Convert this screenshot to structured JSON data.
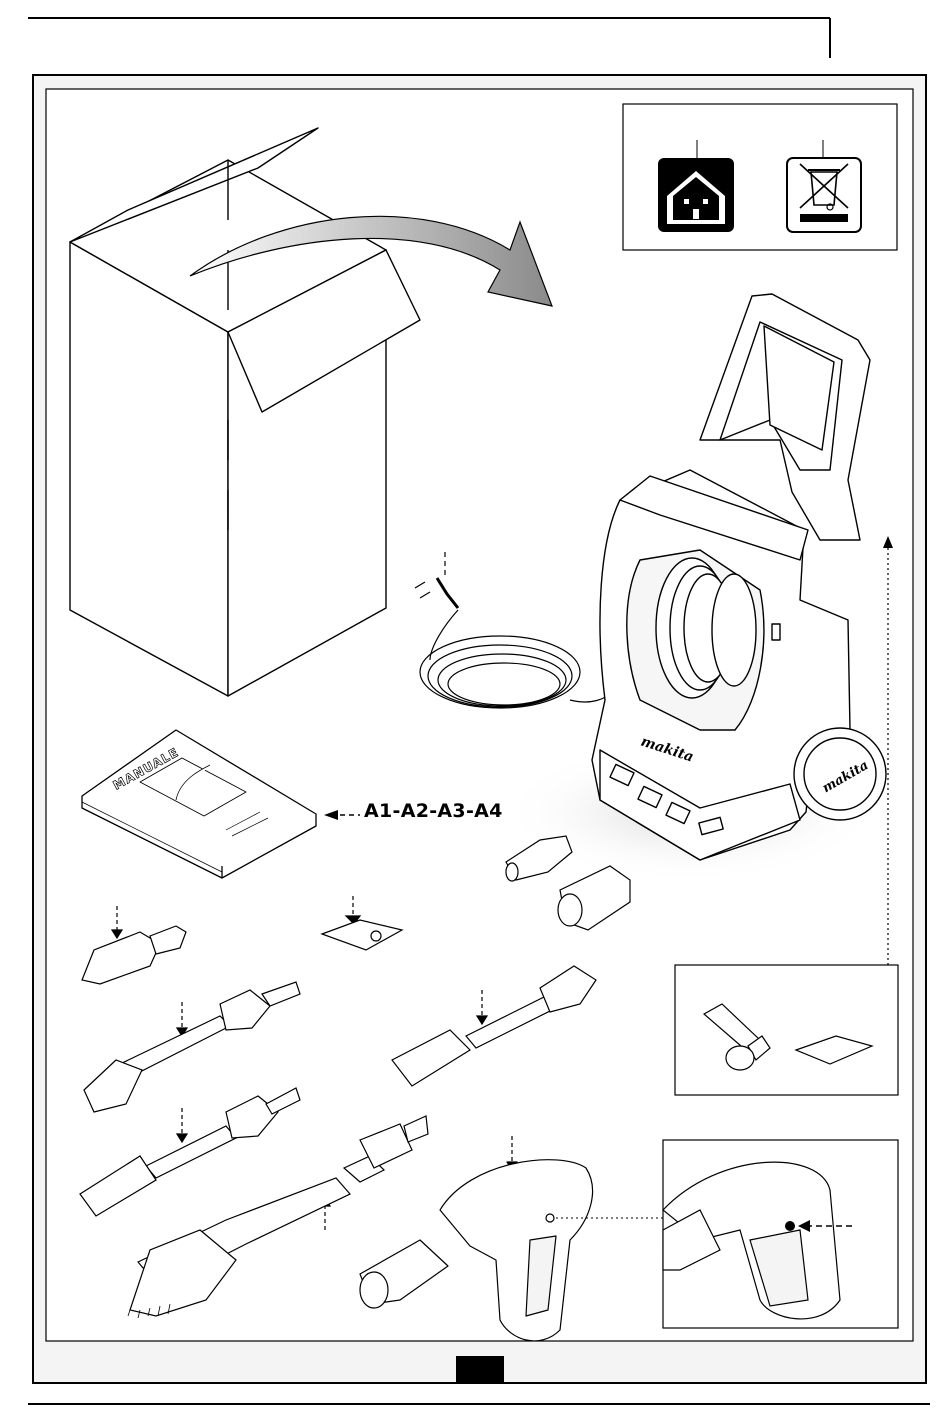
{
  "manual_label": "MANUALE",
  "callout_label": "A1-A2-A3-A4",
  "brand_name": "makita",
  "icons": [
    "indoor-use-only-icon",
    "weee-crossed-bin-icon"
  ],
  "colors": {
    "ink": "#000000",
    "panel_bg": "#f2f2f2",
    "arrow_gray": "#9a9a9a"
  }
}
